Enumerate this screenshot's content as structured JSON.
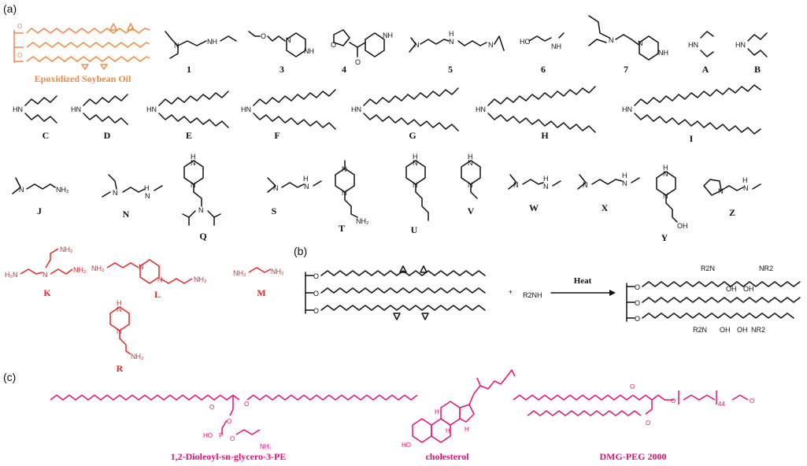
{
  "panels": {
    "a": "(a)",
    "b": "(b)",
    "c": "(c)"
  },
  "labels": {
    "eso": "Epoxidized Soybean Oil",
    "n1": "1",
    "n3": "3",
    "n4": "4",
    "n5": "5",
    "n6": "6",
    "n7": "7",
    "A": "A",
    "B": "B",
    "C": "C",
    "D": "D",
    "E": "E",
    "F": "F",
    "G": "G",
    "H": "H",
    "I": "I",
    "J": "J",
    "N": "N",
    "Q": "Q",
    "S": "S",
    "T": "T",
    "U": "U",
    "V": "V",
    "W": "W",
    "X": "X",
    "Y": "Y",
    "Z": "Z",
    "K": "K",
    "L": "L",
    "M": "M",
    "R": "R",
    "dope": "1,2-Dioleoyl-sn-glycero-3-PE",
    "chol": "cholesterol",
    "dmg": "DMG-PEG 2000"
  },
  "reaction": {
    "reagent": "R2NH",
    "plus": "+",
    "condition": "Heat"
  },
  "atoms": {
    "NH": "NH",
    "N": "N",
    "HN": "HN",
    "H": "H",
    "O": "O",
    "HO": "HO",
    "OH": "OH",
    "NH2": "NH₂",
    "H2N": "H₂N",
    "R2N": "R2N",
    "NR2": "NR2",
    "P": "P",
    "peg_n": "44"
  },
  "colors": {
    "black": "#111111",
    "orange": "#f08a4b",
    "red": "#e8262a",
    "pink": "#e8107a"
  }
}
